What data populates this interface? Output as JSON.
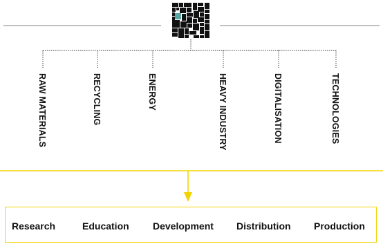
{
  "sectors": [
    {
      "label": "RAW MATERIALS"
    },
    {
      "label": "RECYCLING"
    },
    {
      "label": "ENERGY"
    },
    {
      "label": "HEAVY INDUSTRY"
    },
    {
      "label": "DIGITALISATION"
    },
    {
      "label": "TECHNOLOGIES"
    }
  ],
  "activities": [
    {
      "label": "Research"
    },
    {
      "label": "Education"
    },
    {
      "label": "Development"
    },
    {
      "label": "Distribution"
    },
    {
      "label": "Production"
    }
  ],
  "colors": {
    "accent_yellow": "#f2d500",
    "logo_dark": "#111111",
    "logo_teal": "#5aa6a0",
    "line_gray": "#9a9a9a"
  },
  "icons": {
    "logo": "pixel-mosaic-logo-icon",
    "arrow": "arrow-down-icon"
  }
}
